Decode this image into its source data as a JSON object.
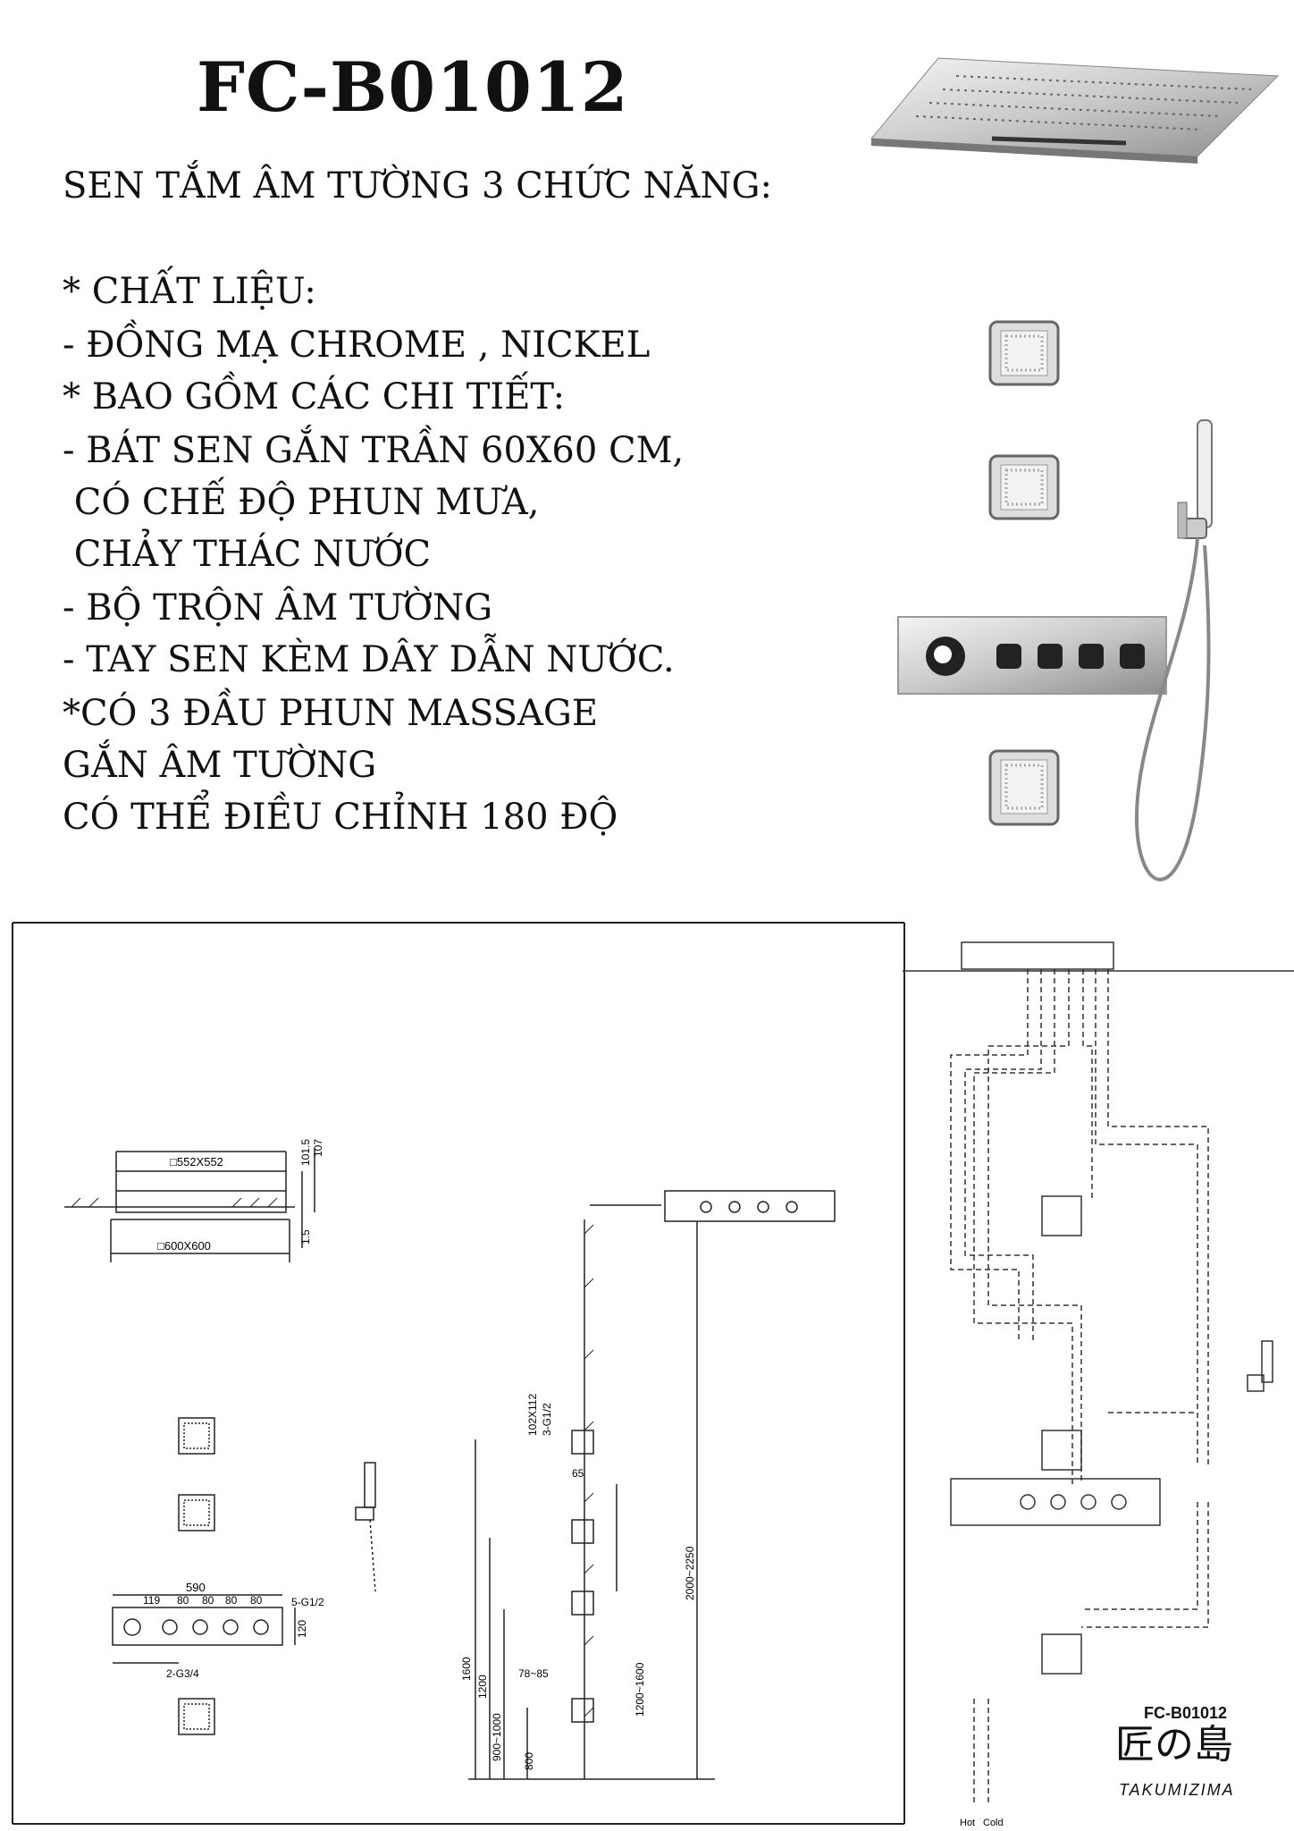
{
  "title": "FC-B01012",
  "subtitle": "SEN TẮM ÂM TƯỜNG 3 CHỨC NĂNG:",
  "spec_lines": [
    "* CHẤT LIỆU:",
    "- ĐỒNG MẠ CHROME , NICKEL",
    "* BAO GỒM CÁC CHI TIẾT:",
    "- BÁT SEN GẮN TRẦN 60X60 CM,",
    " CÓ CHẾ ĐỘ PHUN MƯA,",
    " CHẢY THÁC NƯỚC",
    "- BỘ TRỘN ÂM TƯỜNG",
    "- TAY SEN KÈM DÂY DẪN NƯỚC.",
    "*CÓ 3 ĐẦU PHUN MASSAGE",
    "GẮN ÂM TƯỜNG",
    "CÓ THỂ ĐIỀU CHỈNH 180 ĐỘ"
  ],
  "drawing": {
    "dims_top": [
      "□552X552",
      "□600X600",
      "101.5",
      "107",
      "1.5"
    ],
    "dims_panel": [
      "590",
      "5-G1/2",
      "119",
      "80",
      "80",
      "80",
      "80",
      "120",
      "2-G3/4"
    ],
    "dims_side": [
      "102X112",
      "3-G1/2",
      "65",
      "78~85",
      "1600",
      "1200",
      "900~1000",
      "800",
      "2000~2250",
      "1200~1600"
    ],
    "pipe_labels": [
      "Hot",
      "Cold"
    ]
  },
  "brand": {
    "code": "FC-B01012",
    "japanese": "匠の島",
    "latin": "TAKUMIZIMA"
  },
  "icons": [
    "ceiling-shower-photo",
    "massage-jet-photo",
    "mixer-panel-photo",
    "hand-shower-photo"
  ]
}
